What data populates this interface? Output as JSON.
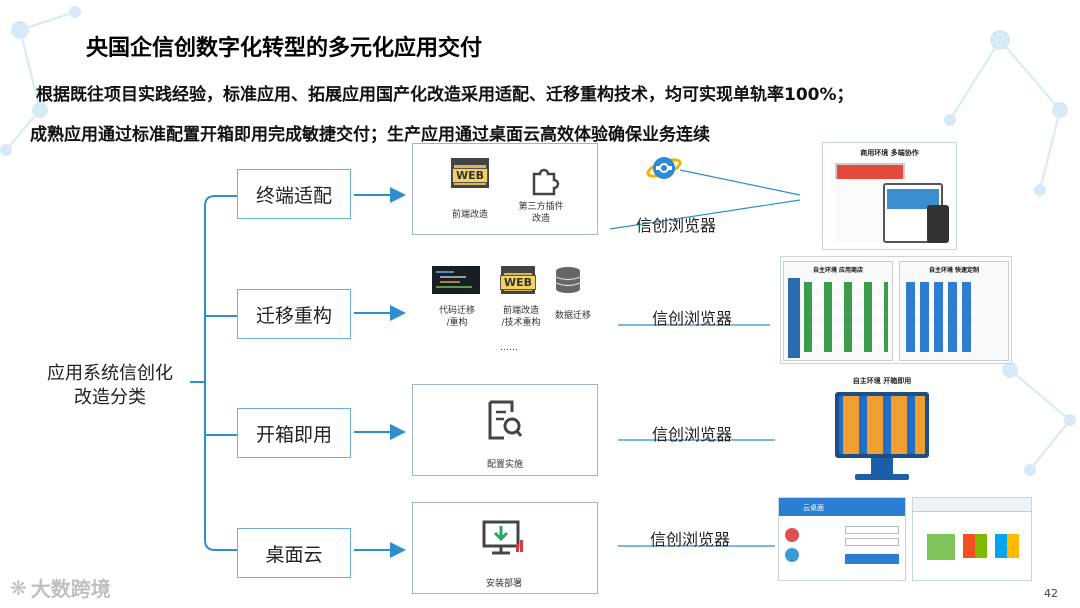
{
  "title": "央国企信创数字化转型的多元化应用交付",
  "description": {
    "line1": "根据既往项目实践经验，标准应用、拓展应用国产化改造采用适配、迁移重构技术，均可实现单轨率100%；",
    "line2": "成熟应用通过标准配置开箱即用完成敏捷交付；生产应用通过桌面云高效体验确保业务连续"
  },
  "root": {
    "line1": "应用系统信创化",
    "line2": "改造分类"
  },
  "categories": [
    {
      "label": "终端适配",
      "items": [
        {
          "icon": "web-icon",
          "icon_text": "WEB",
          "caption": "前端改造"
        },
        {
          "icon": "puzzle-icon",
          "caption_line1": "第三方插件",
          "caption_line2": "改造"
        }
      ],
      "browser": "信创浏览器",
      "screenshot_title": "商用环境 多端协作"
    },
    {
      "label": "迁移重构",
      "items": [
        {
          "icon": "code-screen-icon",
          "caption_line1": "代码迁移",
          "caption_line2": "/重构"
        },
        {
          "icon": "web-icon",
          "icon_text": "WEB",
          "caption_line1": "前端改造",
          "caption_line2": "/技术重构"
        },
        {
          "icon": "database-icon",
          "caption": "数据迁移"
        }
      ],
      "ellipsis": "……",
      "browser": "信创浏览器",
      "screenshot_titles": [
        "自主环境 应用商店",
        "自主环境 快速定制"
      ]
    },
    {
      "label": "开箱即用",
      "items": [
        {
          "icon": "config-doc-icon",
          "caption": "配置实施"
        }
      ],
      "browser": "信创浏览器",
      "screenshot_title": "自主环境 开箱即用"
    },
    {
      "label": "桌面云",
      "items": [
        {
          "icon": "download-monitor-icon",
          "caption": "安装部署"
        }
      ],
      "browser": "信创浏览器",
      "screenshot_title": "云桌面"
    }
  ],
  "watermark": "大数跨境",
  "page_number": "42",
  "colors": {
    "accent_blue": "#2e8fd0",
    "box_border": "#6fb0d8",
    "deco": "#d6e8f5"
  }
}
